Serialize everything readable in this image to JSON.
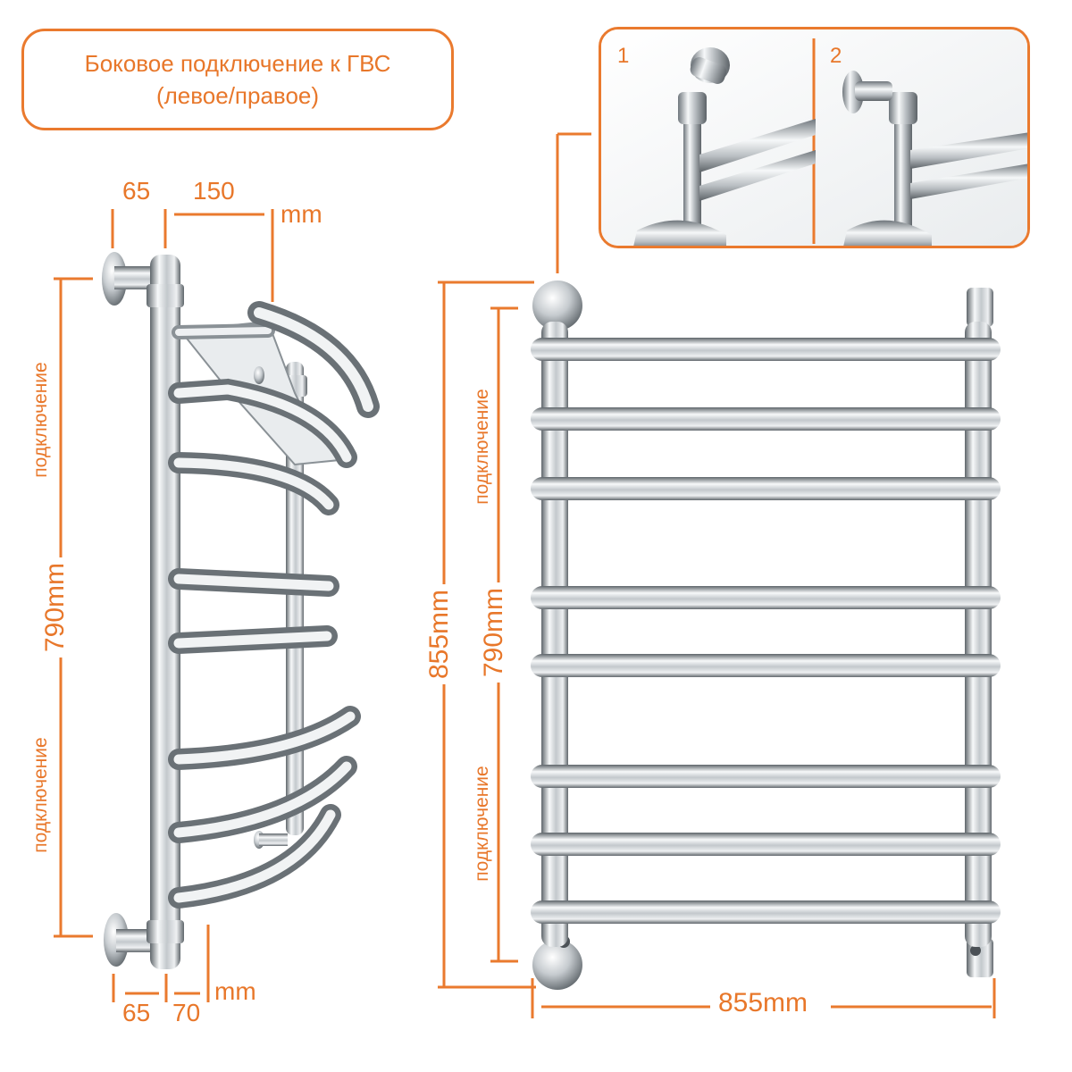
{
  "title": {
    "line1": "Боковое подключение к ГВС",
    "line2": "(левое/правое)"
  },
  "insets": {
    "option1": "1",
    "option2": "2"
  },
  "side_view": {
    "top_dim_left": "65",
    "top_dim_right": "150",
    "top_unit": "mm",
    "bottom_dim_left": "65",
    "bottom_dim_right": "70",
    "bottom_unit": "mm",
    "height": "790mm",
    "connection_upper": "подключение",
    "connection_lower": "подключение"
  },
  "front_view": {
    "total_height": "855mm",
    "axis_height": "790mm",
    "width": "855mm",
    "connection_upper": "подключение",
    "connection_lower": "подключение"
  },
  "colors": {
    "accent": "#ea7a2e",
    "chrome_dark": "#7d8388",
    "chrome_light": "#f2f4f6"
  },
  "rungs": 8
}
